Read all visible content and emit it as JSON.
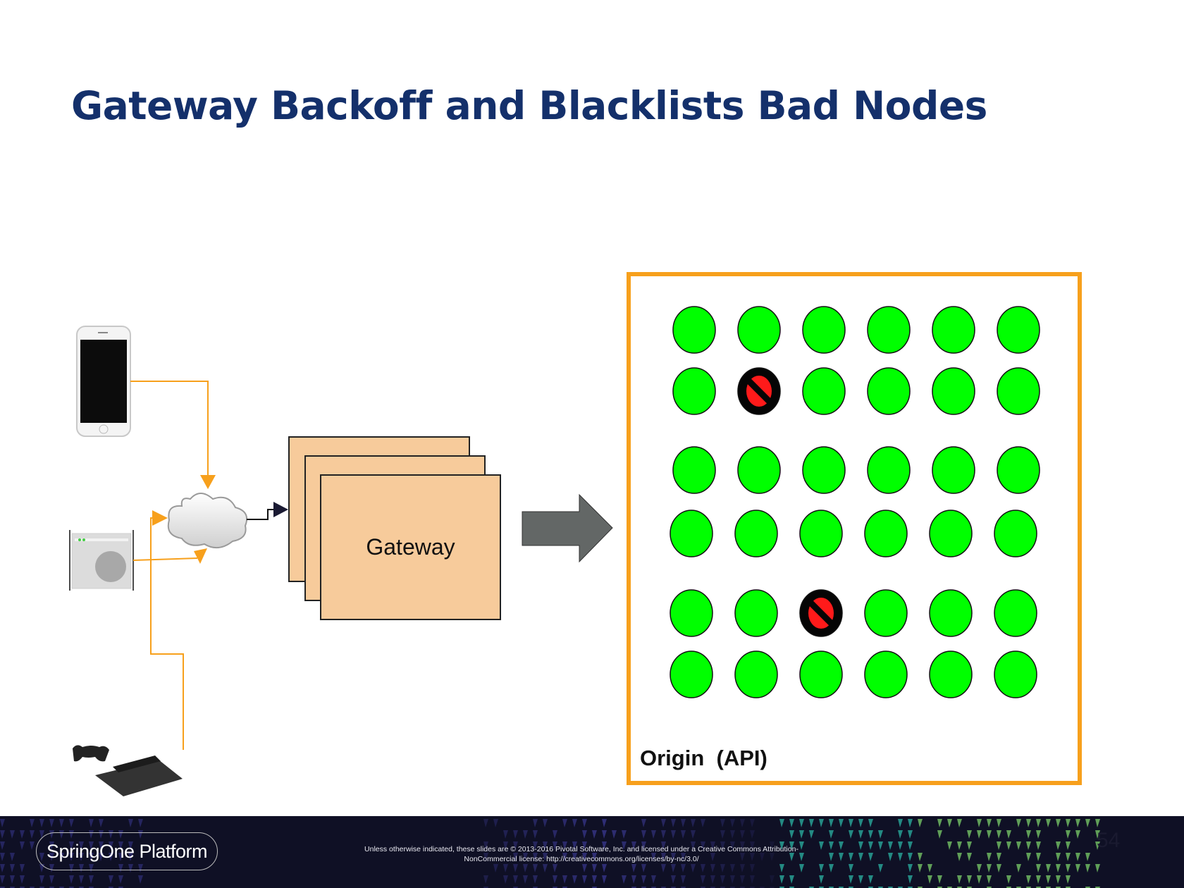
{
  "slide": {
    "title": "Gateway Backoff and Blacklists Bad Nodes"
  },
  "diagram": {
    "clients": [
      "phone-icon",
      "browser-icon",
      "game-console-icon"
    ],
    "network": "cloud-icon",
    "gateway_label": "Gateway",
    "origin_label": "Origin  (API)",
    "colors": {
      "link": "#f7a01c",
      "gateway_fill": "#f7cb9b",
      "node_ok": "#00ff00",
      "node_blocked": "#ff1a1a",
      "arrow": "#636766",
      "title": "#14306b"
    },
    "nodes": [
      [
        "ok",
        "ok",
        "ok",
        "ok",
        "ok",
        "ok"
      ],
      [
        "ok",
        "blocked",
        "ok",
        "ok",
        "ok",
        "ok"
      ],
      [
        "ok",
        "ok",
        "ok",
        "ok",
        "ok",
        "ok"
      ],
      [
        "ok",
        "ok",
        "ok",
        "ok",
        "ok",
        "ok"
      ],
      [
        "ok",
        "ok",
        "blocked",
        "ok",
        "ok",
        "ok"
      ],
      [
        "ok",
        "ok",
        "ok",
        "ok",
        "ok",
        "ok"
      ]
    ]
  },
  "footer": {
    "brand": "SpringOne Platform",
    "license_line1": "Unless otherwise indicated, these slides are © 2013-2016 Pivotal Software, Inc. and licensed under a Creative Commons Attribution-",
    "license_line2": "NonCommercial license: http://creativecommons.org/licenses/by-nc/3.0/",
    "page_number": "54"
  }
}
